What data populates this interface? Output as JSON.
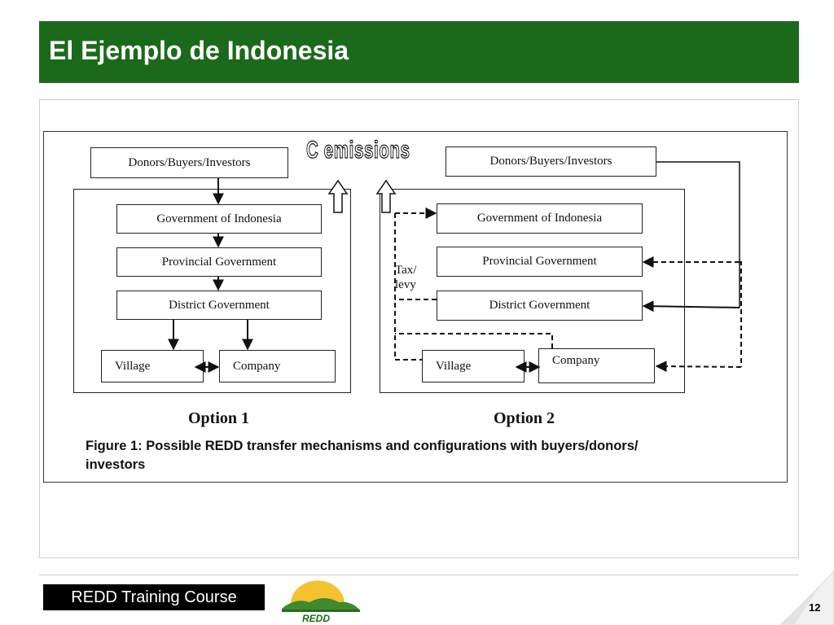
{
  "slide": {
    "title": "El Ejemplo de Indonesia",
    "footer_label": "REDD Training Course",
    "logo_text": "REDD",
    "page_number": "12"
  },
  "figure": {
    "emissions_label": "C emissions",
    "option1": {
      "label": "Option 1",
      "donors": "Donors/Buyers/Investors",
      "government": "Government of Indonesia",
      "provincial": "Provincial Government",
      "district": "District Government",
      "village": "Village",
      "company": "Company"
    },
    "option2": {
      "label": "Option 2",
      "donors": "Donors/Buyers/Investors",
      "government": "Government of Indonesia",
      "provincial": "Provincial Government",
      "district": "District Government",
      "village": "Village",
      "company": "Company",
      "tax_line1": "Tax/",
      "tax_line2": "levy"
    },
    "caption": "Figure 1: Possible REDD transfer mechanisms and configurations with buyers/donors/ investors"
  }
}
